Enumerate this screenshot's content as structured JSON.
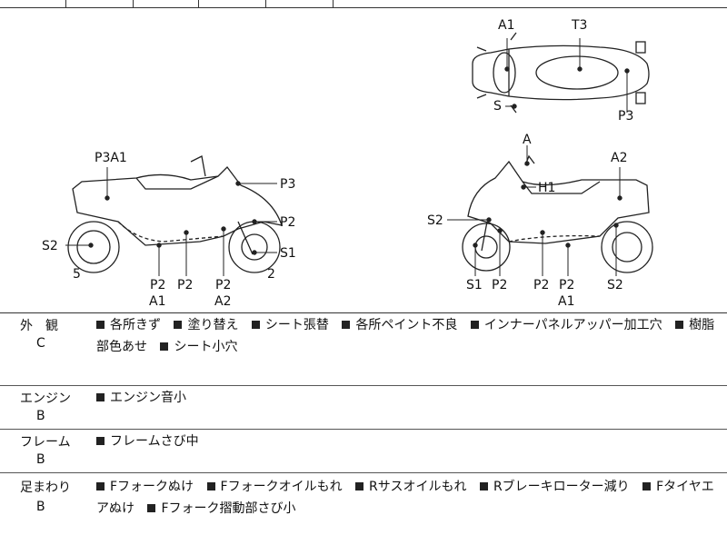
{
  "diagram": {
    "top_view": {
      "labels": [
        "A1",
        "T3",
        "S",
        "P3"
      ]
    },
    "left_view": {
      "labels": [
        "P3A1",
        "P3",
        "P2",
        "S2",
        "S1",
        "5",
        "2",
        "P2",
        "P2",
        "P2",
        "A1",
        "A2"
      ]
    },
    "right_view": {
      "labels": [
        "A",
        "A2",
        "H1",
        "S2",
        "S1",
        "P2",
        "P2",
        "P2",
        "A1",
        "S2"
      ]
    }
  },
  "sections": [
    {
      "category": "外　観",
      "grade": "C",
      "items": [
        "各所きず",
        "塗り替え",
        "シート張替",
        "各所ペイント不良",
        "インナーパネルアッパー加工穴",
        "樹脂部色あせ",
        "シート小穴"
      ]
    },
    {
      "category": "エンジン",
      "grade": "B",
      "items": [
        "エンジン音小"
      ]
    },
    {
      "category": "フレーム",
      "grade": "B",
      "items": [
        "フレームさび中"
      ]
    },
    {
      "category": "足まわり",
      "grade": "B",
      "items": [
        "Fフォークぬけ",
        "Fフォークオイルもれ",
        "Rサスオイルもれ",
        "Rブレーキローター減り",
        "Fタイヤエアぬけ",
        "Fフォーク摺動部さび小"
      ]
    }
  ]
}
